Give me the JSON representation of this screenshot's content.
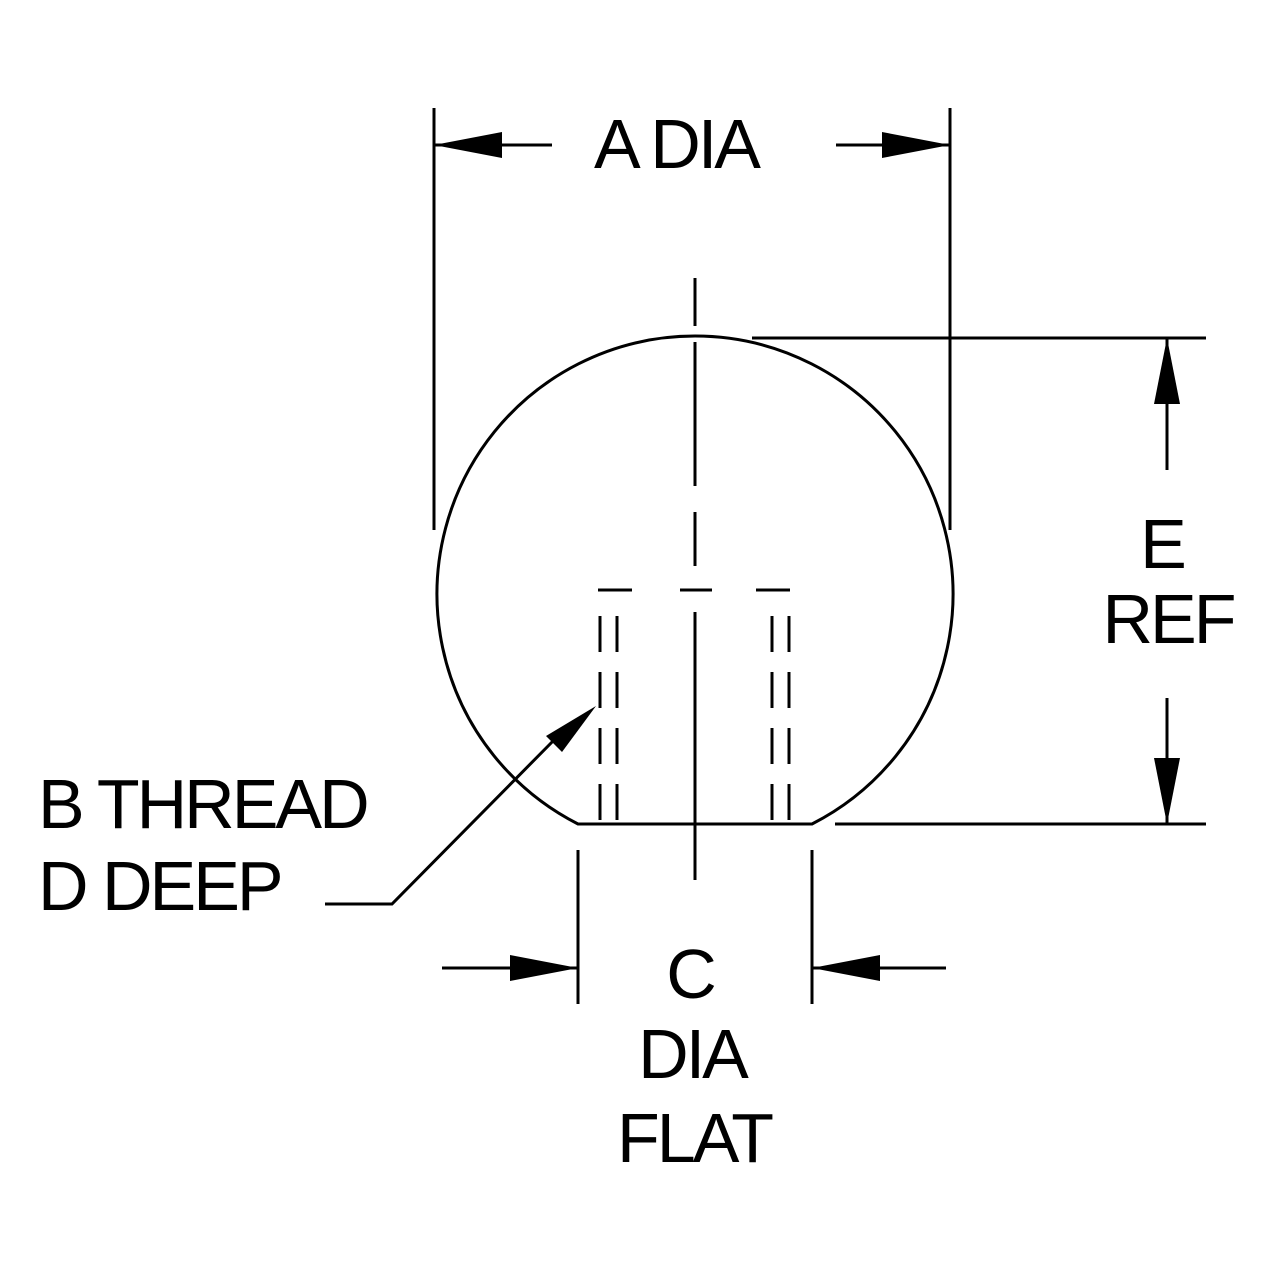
{
  "labels": {
    "a_dia": "A DIA",
    "e_line1": "E",
    "e_line2": "REF",
    "b_line1": "B THREAD",
    "b_line2": "D DEEP",
    "c_line1": "C",
    "c_line2": "DIA",
    "c_line3": "FLAT"
  },
  "colors": {
    "line": "#000000",
    "background": "#ffffff"
  }
}
